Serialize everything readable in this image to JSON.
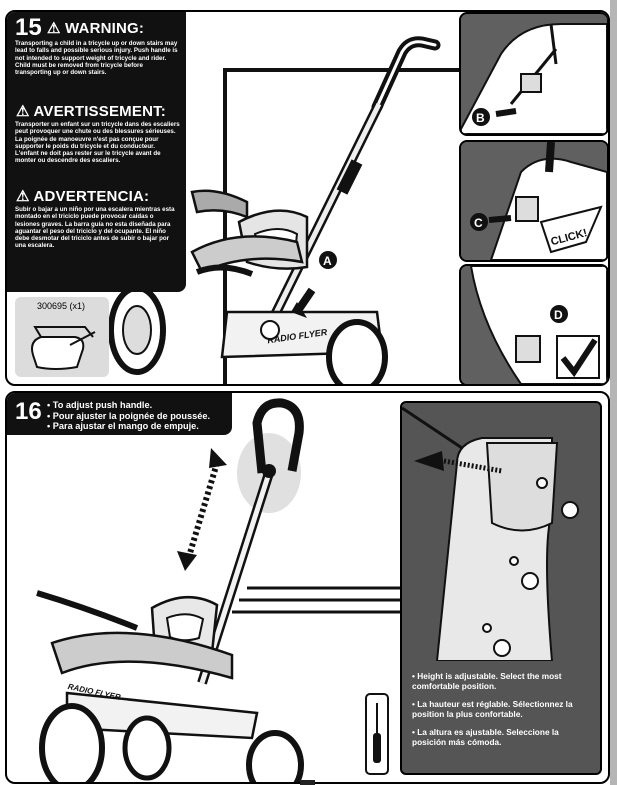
{
  "step15": {
    "number": "15",
    "warning_en_title": "WARNING:",
    "warning_en_body": "Transporting a child in a tricycle up or down stairs may lead to falls and possible serious injury. Push handle is not intended to support weight of tricycle and rider. Child must be removed from tricycle before transporting up or down stairs.",
    "warning_fr_title": "AVERTISSEMENT:",
    "warning_fr_body": "Transporter un enfant sur un tricycle dans des escaliers peut provoquer une chute ou des blessures sérieuses. La poignée de manoeuvre n'est pas conçue pour supporter le poids du tricycle et du conducteur. L'enfant ne doit pas rester sur le tricycle avant de monter ou descendre des escaliers.",
    "warning_es_title": "ADVERTENCIA:",
    "warning_es_body": "Subir o bajar a un niño por una escalera mientras esta montado en el triciclo puede provocar caídas o lesiones graves. La barra guía no esta diseñada para aguantar el peso del triciclo y del ocupante. El niño debe desmotar del triciclo antes de subir o bajar por una escalera.",
    "part_label": "300695 (x1)",
    "callout_a": "A",
    "callout_b": "B",
    "callout_c": "C",
    "callout_d": "D",
    "click_label": "CLICK!",
    "brand_label": "RADIO FLYER"
  },
  "step16": {
    "number": "16",
    "instr_en": "• To adjust push handle.",
    "instr_fr": "• Pour ajuster la poignée de poussée.",
    "instr_es": "• Para ajustar el mango de empuje.",
    "note_en": "• Height is adjustable.  Select the most comfortable position.",
    "note_fr": "• La hauteur est réglable. Sélectionnez la position la plus confortable.",
    "note_es": "• La altura es ajustable. Seleccione la posición más cómoda.",
    "brand_label": "RADIO FLYER"
  },
  "colors": {
    "panel_black": "#111111",
    "inset_gray": "#606060",
    "part_gray": "#dcdcdc"
  }
}
